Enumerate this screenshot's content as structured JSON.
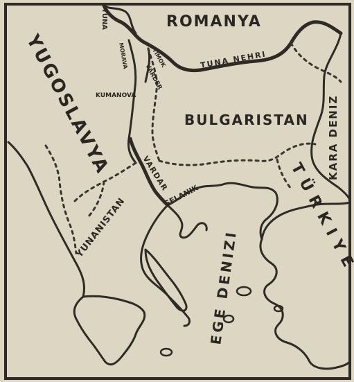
{
  "map": {
    "labels": {
      "romanya": "ROMANYA",
      "tuna_nehri": "TUNA NEHRI",
      "tuna": "TUNA",
      "morava": "MORAVA",
      "timok": "TIMOK",
      "varder_north": "VARDER",
      "kumanova": "KUMANOVA",
      "yugoslavya": "YUGOSLAVYA",
      "bulgaristan": "BULGARISTAN",
      "kara_deniz": "KARA DENIZ",
      "varder_south": "VARDAR",
      "selanik": "SELANIK",
      "yunanistan": "YUNANISTAN",
      "turkiye": "TÜRKIYE",
      "ege_denizi": "EGE DENIZI"
    },
    "colors": {
      "paper": "#ddd6c2",
      "ink": "#2e2a26"
    }
  }
}
